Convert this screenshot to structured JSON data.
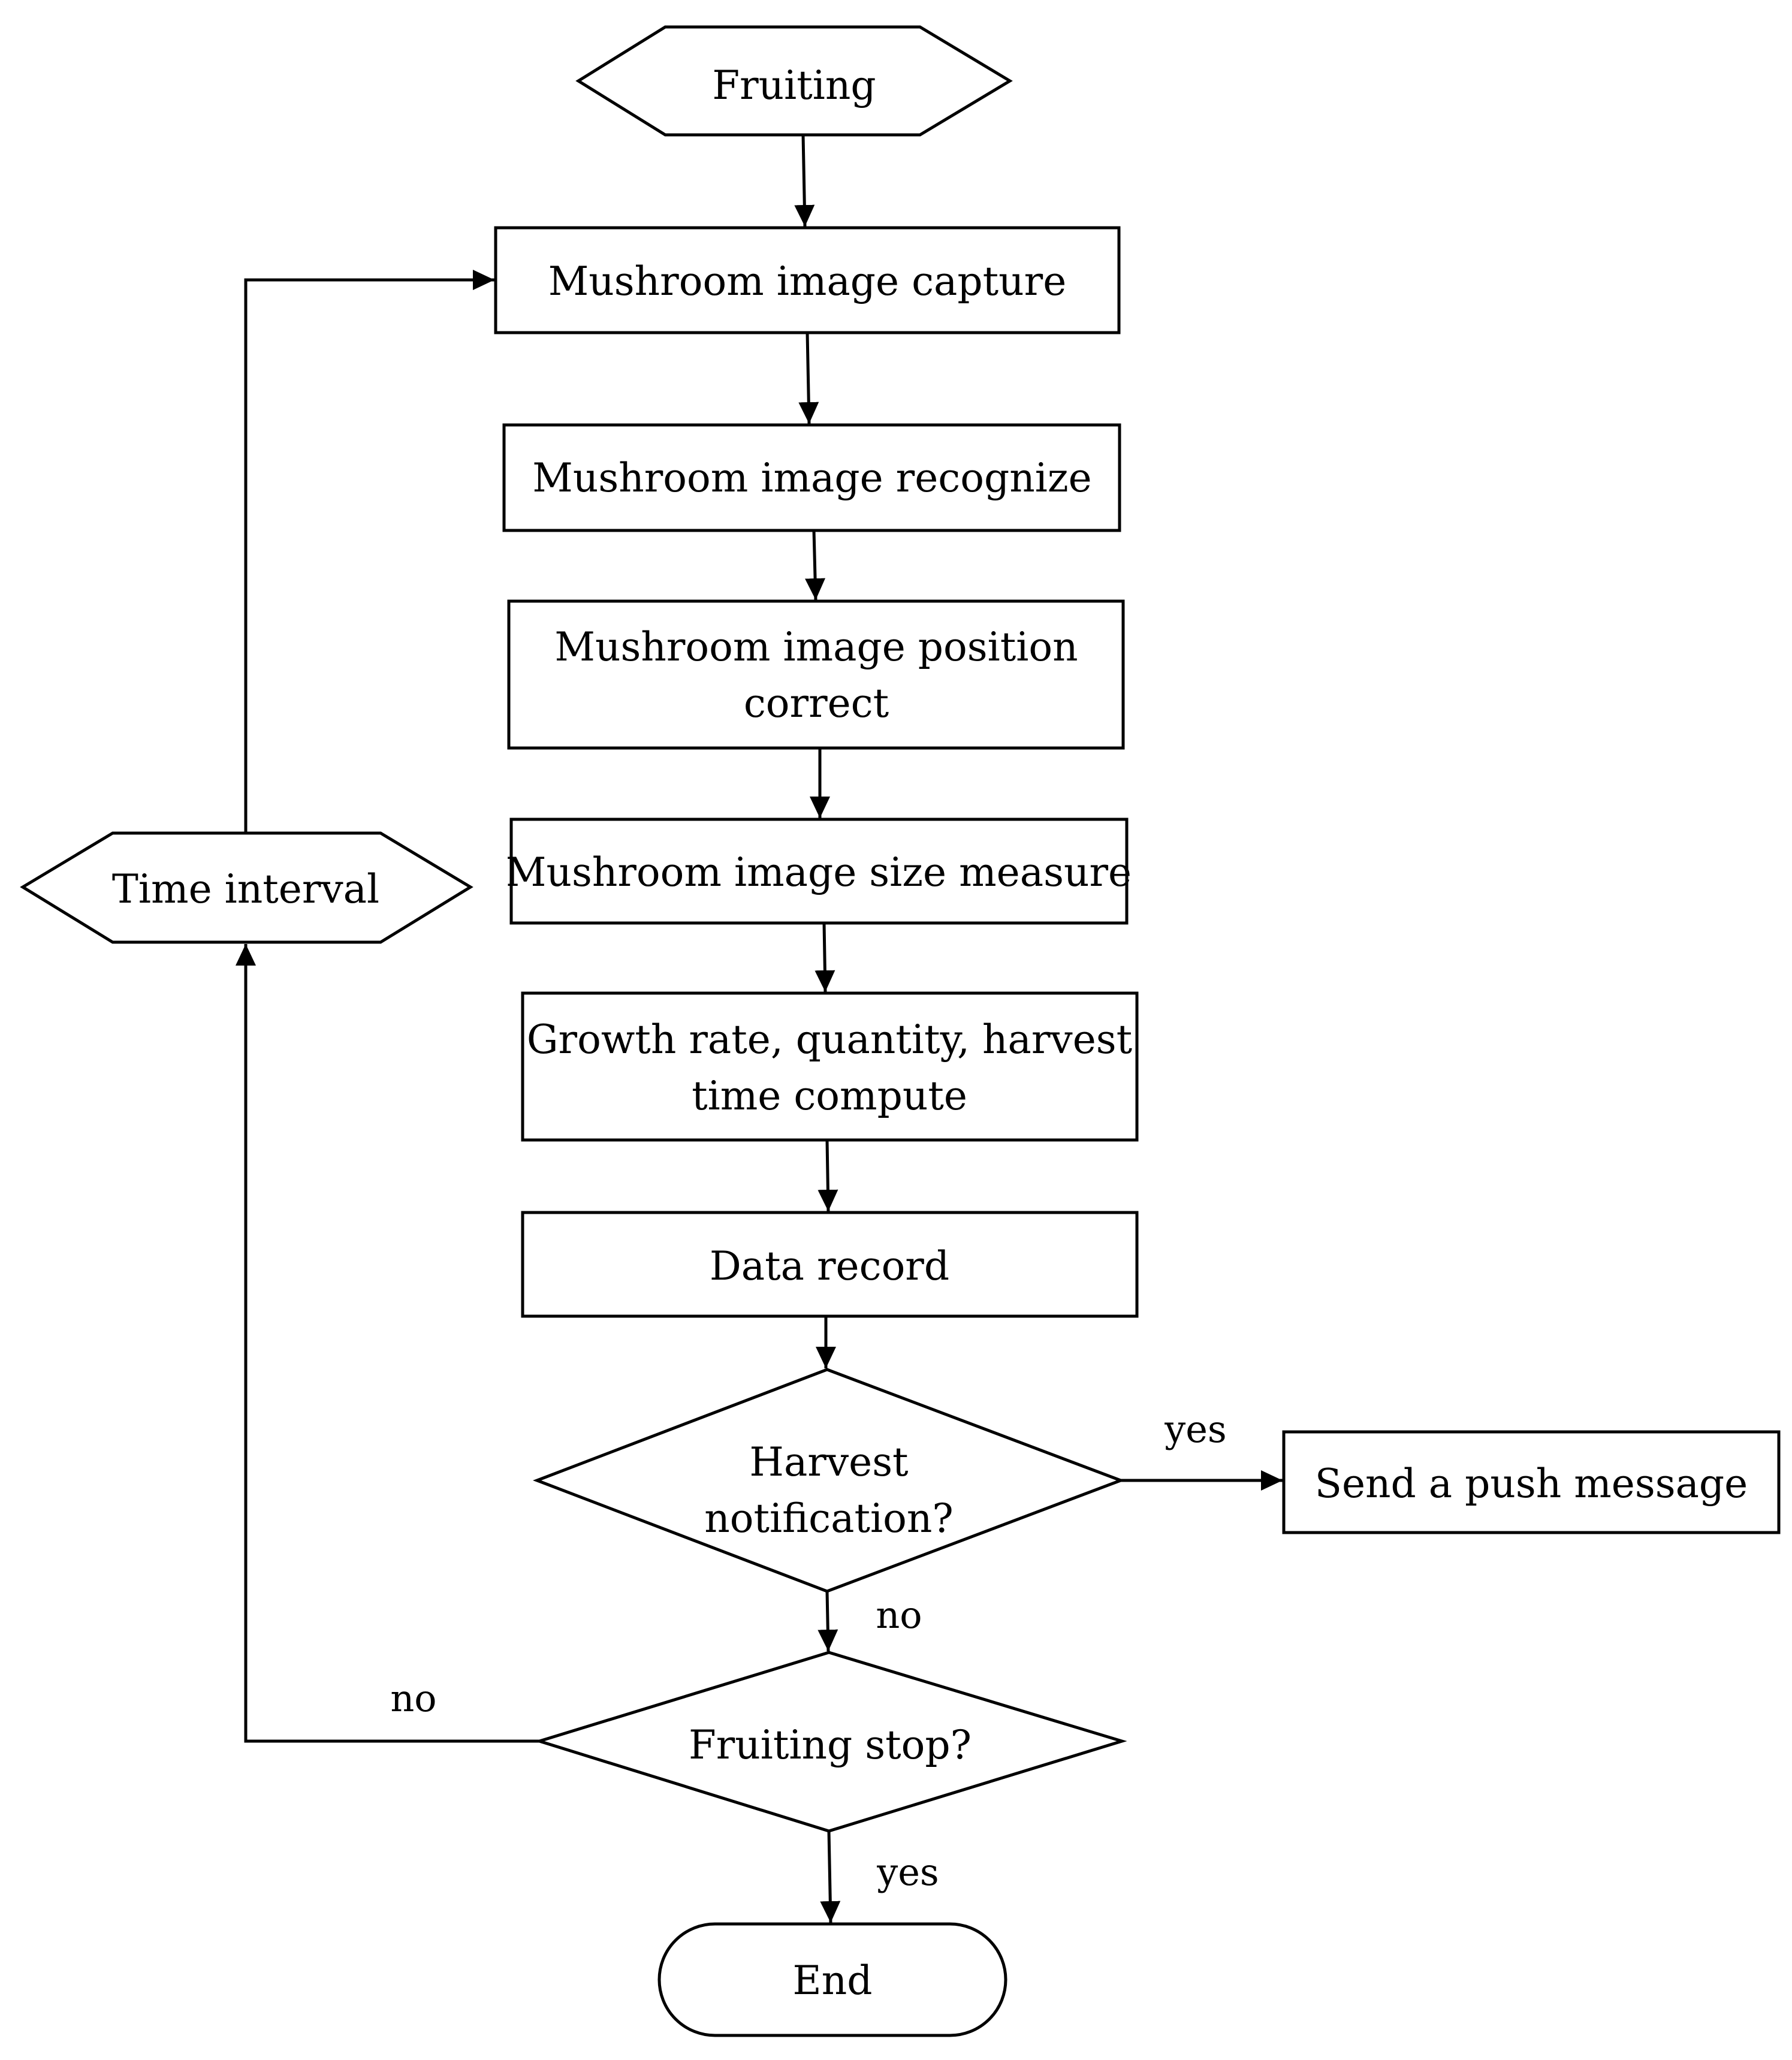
{
  "nodes": {
    "fruiting": "Fruiting",
    "capture": "Mushroom image capture",
    "recognize": "Mushroom image recognize",
    "position_line1": "Mushroom image position",
    "position_line2": "correct",
    "size": "Mushroom image size measure",
    "growth_line1": "Growth rate, quantity, harvest",
    "growth_line2": "time compute",
    "data": "Data record",
    "harvest_line1": "Harvest",
    "harvest_line2": "notification?",
    "push": "Send a push message",
    "stop": "Fruiting stop?",
    "end": "End",
    "interval": "Time interval"
  },
  "edge_labels": {
    "harvest_yes": "yes",
    "harvest_no": "no",
    "stop_no": "no",
    "stop_yes": "yes"
  }
}
